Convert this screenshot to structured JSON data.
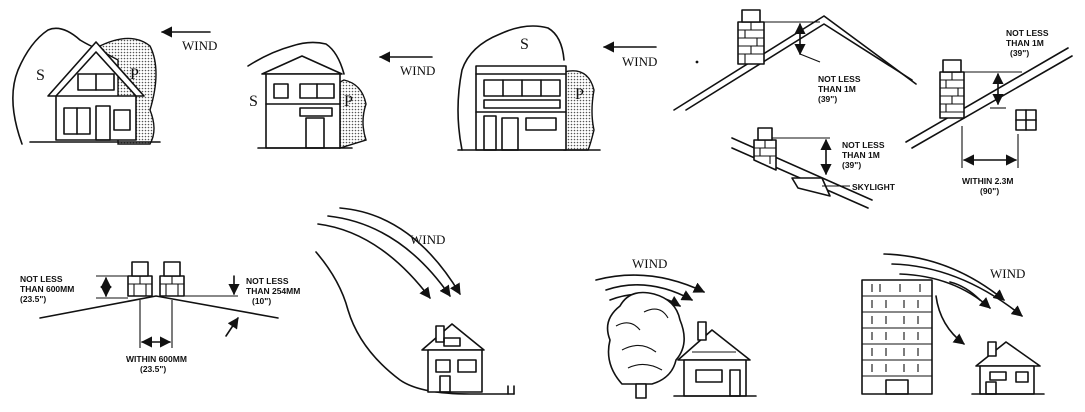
{
  "house_panels": {
    "wind": "WIND",
    "s": "S",
    "p": "P"
  },
  "chimney_roof": {
    "label1": [
      "NOT LESS",
      "THAN 1M",
      "(39\")"
    ]
  },
  "chimney_skylight": {
    "label": [
      "NOT LESS",
      "THAN 1M",
      "(39\")"
    ],
    "skylight": "SKYLIGHT"
  },
  "chimney_window": {
    "label": [
      "NOT LESS",
      "THAN 1M",
      "(39\")"
    ],
    "within": [
      "WITHIN 2.3M",
      "(90\")"
    ]
  },
  "twin_chimney": {
    "left": [
      "NOT LESS",
      "THAN 600MM",
      "(23.5\")"
    ],
    "right": [
      "NOT LESS",
      "THAN 254MM",
      "(10\")"
    ],
    "bottom": [
      "WITHIN 600MM",
      "(23.5\")"
    ]
  },
  "wind_scenes": {
    "wind": "WIND"
  },
  "colors": {
    "ink": "#111111",
    "positive_pressure_shading": "#c8c8c8",
    "background": "#ffffff"
  }
}
